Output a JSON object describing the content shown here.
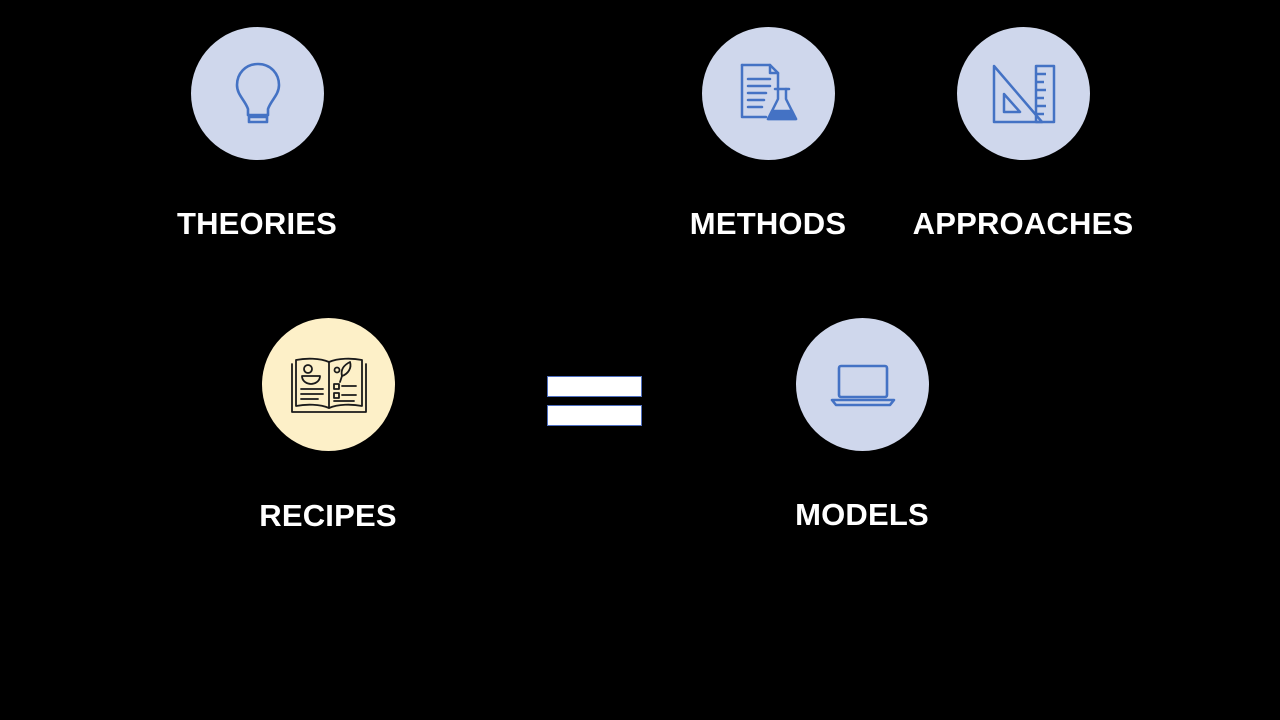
{
  "colors": {
    "background": "#000000",
    "circle_blue": "#cfd7ec",
    "circle_cream": "#fdf0c8",
    "icon_blue": "#4472c4",
    "label_text": "#ffffff"
  },
  "items": [
    {
      "label": "THEORIES",
      "icon": "lightbulb-icon"
    },
    {
      "label": "METHODS",
      "icon": "lab-report-icon"
    },
    {
      "label": "APPROACHES",
      "icon": "set-square-ruler-icon"
    },
    {
      "label": "RECIPES",
      "icon": "recipe-book-icon"
    },
    {
      "label": "MODELS",
      "icon": "laptop-icon"
    }
  ],
  "operator": {
    "symbol": "equals",
    "icon": "equals-sign"
  }
}
